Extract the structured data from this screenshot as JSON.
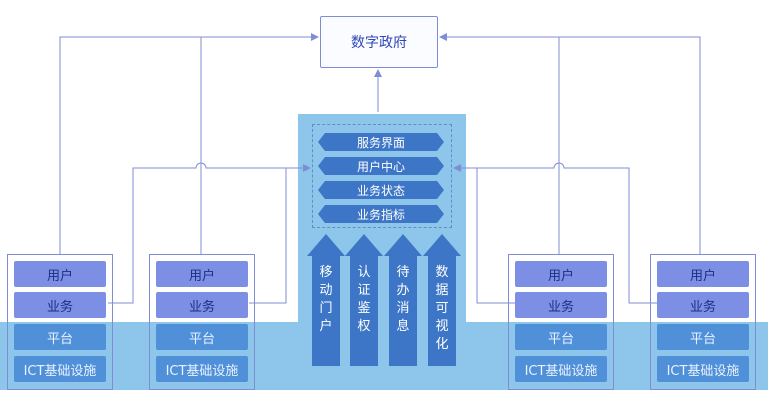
{
  "root": {
    "label": "数字政府"
  },
  "hub": {
    "services": [
      "服务界面",
      "用户中心",
      "业务状态",
      "业务指标"
    ],
    "columns": [
      {
        "label": "移动门户",
        "chars": [
          "移",
          "动",
          "门",
          "户"
        ]
      },
      {
        "label": "认证鉴权",
        "chars": [
          "认",
          "证",
          "鉴",
          "权"
        ]
      },
      {
        "label": "待办消息",
        "chars": [
          "待",
          "办",
          "消",
          "息"
        ]
      },
      {
        "label": "数据可视化",
        "chars": [
          "数",
          "据",
          "可",
          "视",
          "化"
        ]
      }
    ]
  },
  "nodes": [
    {
      "layers": [
        "用户",
        "业务",
        "平台",
        "ICT基础设施"
      ]
    },
    {
      "layers": [
        "用户",
        "业务",
        "平台",
        "ICT基础设施"
      ]
    },
    {
      "layers": [
        "用户",
        "业务",
        "平台",
        "ICT基础设施"
      ]
    },
    {
      "layers": [
        "用户",
        "业务",
        "平台",
        "ICT基础设施"
      ]
    }
  ],
  "colors": {
    "accent": "#3d76c6",
    "band": "#8dc6ea",
    "line": "#7f8ed4",
    "user_layer": "#7c8fe4",
    "platform_layer": "#4f90d9"
  }
}
